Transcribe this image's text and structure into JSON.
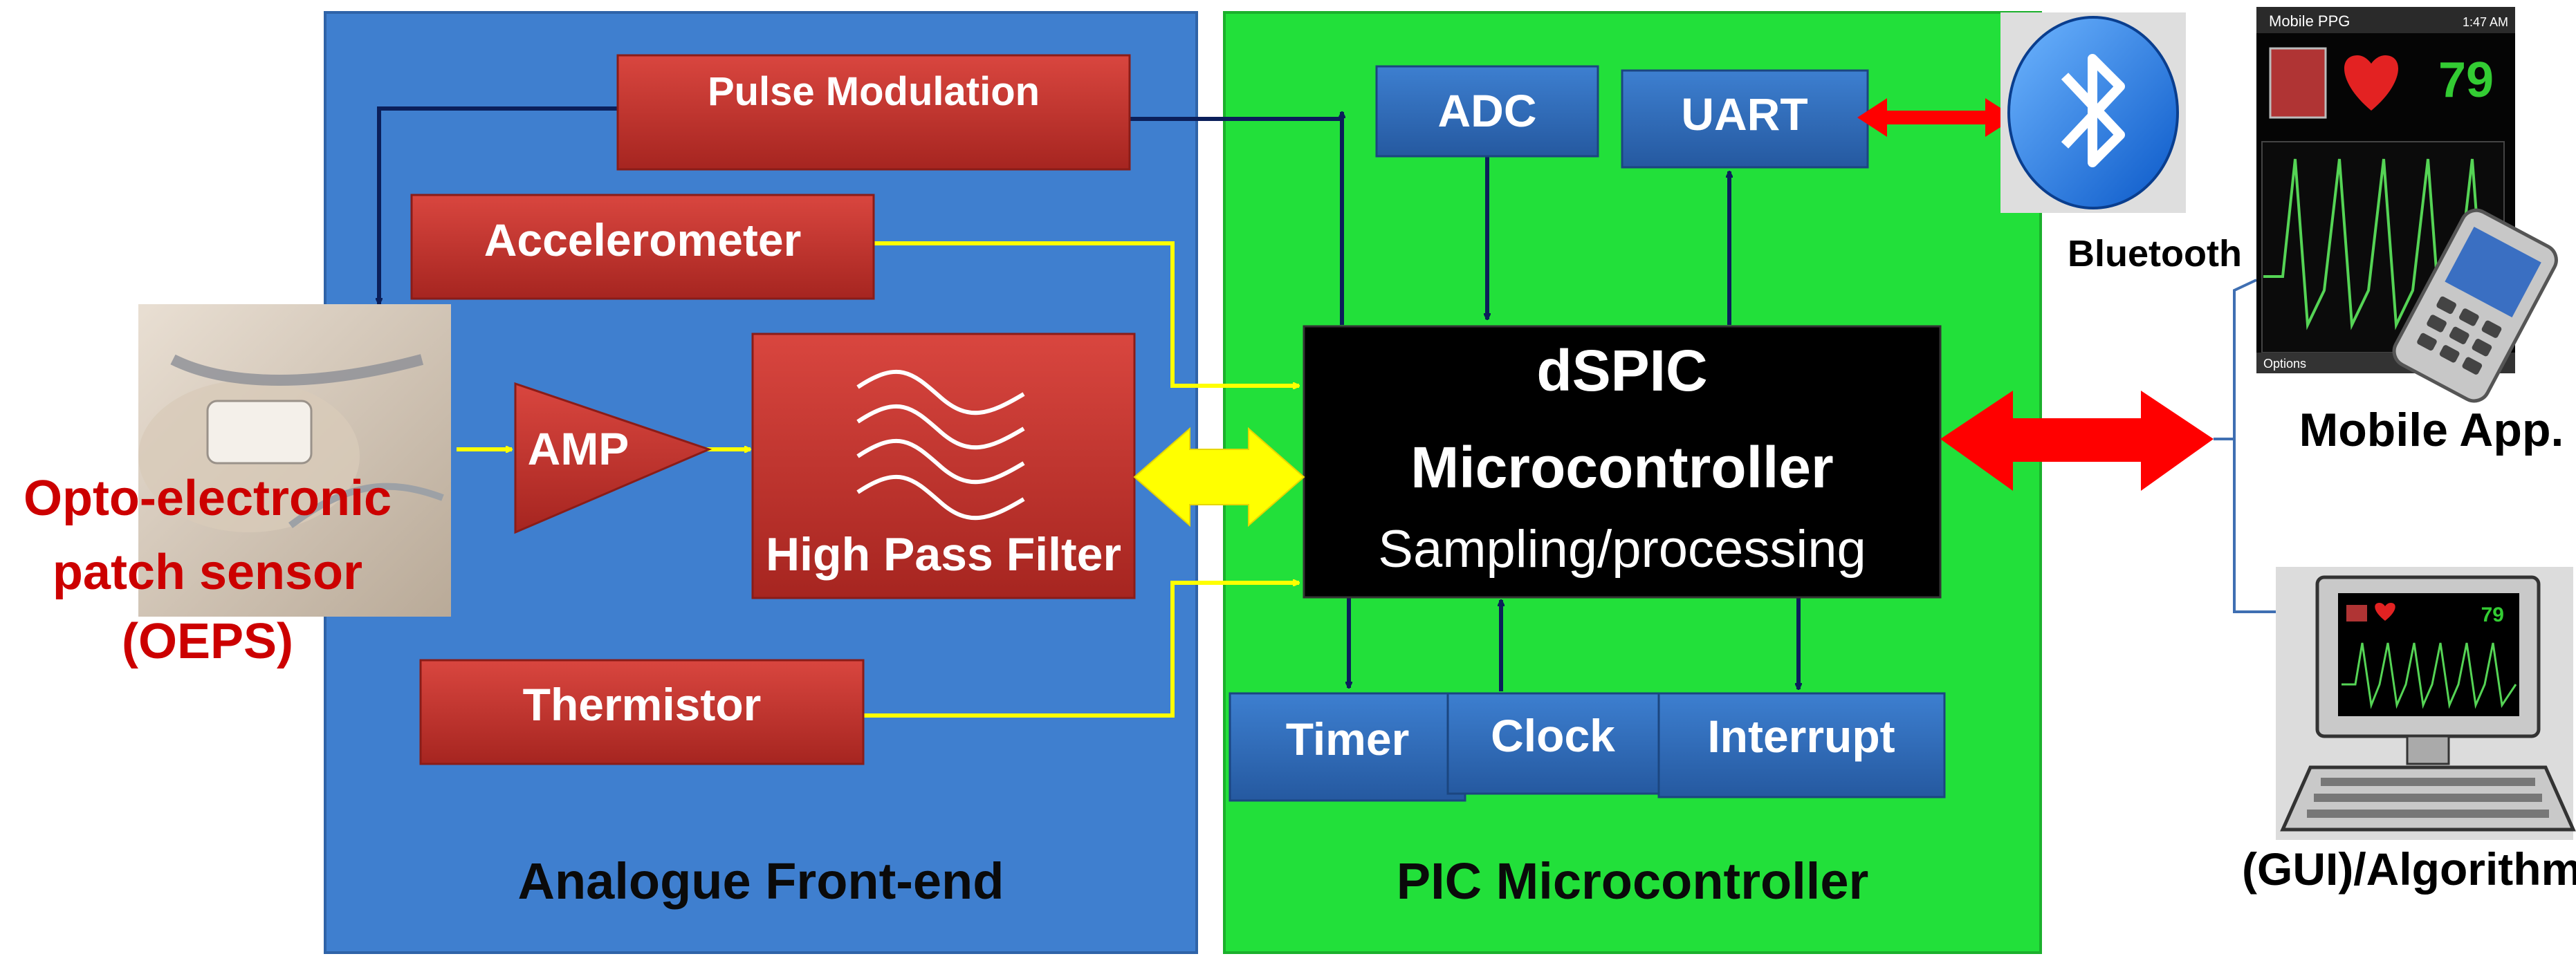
{
  "panels": {
    "analogue": "Analogue Front-end",
    "pic": "PIC Microcontroller"
  },
  "afe_blocks": {
    "pulse_modulation": "Pulse Modulation",
    "accelerometer": "Accelerometer",
    "amp": "AMP",
    "high_pass_filter": "High Pass Filter",
    "thermistor": "Thermistor"
  },
  "mcu_blocks": {
    "adc": "ADC",
    "uart": "UART",
    "core_title_1": "dSPIC",
    "core_title_2": "Microcontroller",
    "core_subtitle": "Sampling/processing",
    "timer": "Timer",
    "clock": "Clock",
    "interrupt": "Interrupt"
  },
  "sensor": {
    "line1": "Opto-electronic",
    "line2": "patch sensor",
    "line3": "(OEPS)"
  },
  "external": {
    "bluetooth": "Bluetooth",
    "mobile_app": "Mobile App.",
    "gui": "(GUI)/Algorithms",
    "phone_title": "Mobile PPG",
    "phone_time": "1:47 AM",
    "heart_rate": "79",
    "phone_options": "Options",
    "monitor_heart_rate": "79"
  },
  "icons": [
    "bluetooth-icon",
    "heart-icon",
    "mobile-phone-icon",
    "computer-monitor-icon",
    "filter-curves-icon"
  ],
  "colors": {
    "analogue_panel": "#3f7fcf",
    "pic_panel": "#22e03a",
    "red_block": "#c0302b",
    "blue_block": "#2f6bb8",
    "core_block": "#000000",
    "wire_yellow": "#ffff00",
    "wire_navy": "#0b1f5a",
    "arrow_red": "#ff0000",
    "sensor_label": "#cc0000"
  }
}
